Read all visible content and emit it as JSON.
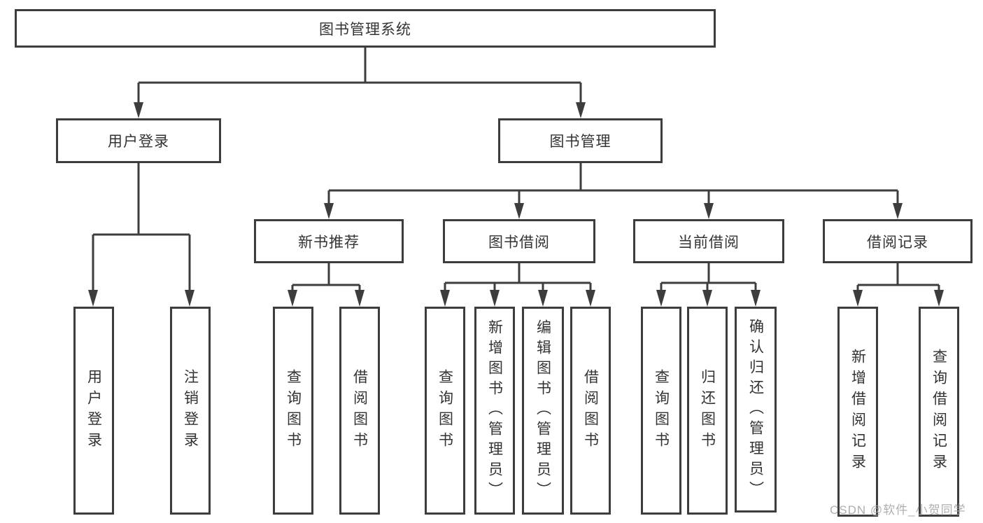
{
  "diagram": {
    "root": {
      "label": "图书管理系统"
    },
    "level1": [
      {
        "label": "用户登录"
      },
      {
        "label": "图书管理"
      }
    ],
    "level2": [
      {
        "label": "新书推荐"
      },
      {
        "label": "图书借阅"
      },
      {
        "label": "当前借阅"
      },
      {
        "label": "借阅记录"
      }
    ],
    "leaves": {
      "user_login": [
        "用户登录",
        "注销登录"
      ],
      "new_books": [
        "查询图书",
        "借阅图书"
      ],
      "book_borrow": [
        "查询图书",
        "新增图书（管理员）",
        "编辑图书（管理员）",
        "借阅图书"
      ],
      "current_borrow": [
        "查询图书",
        "归还图书",
        "确认归还（管理员）"
      ],
      "borrow_records": [
        "新增借阅记录",
        "查询借阅记录"
      ]
    },
    "line_color": "#3d3d3d"
  },
  "watermark": {
    "text": "CSDN @软件_小贺同学"
  }
}
